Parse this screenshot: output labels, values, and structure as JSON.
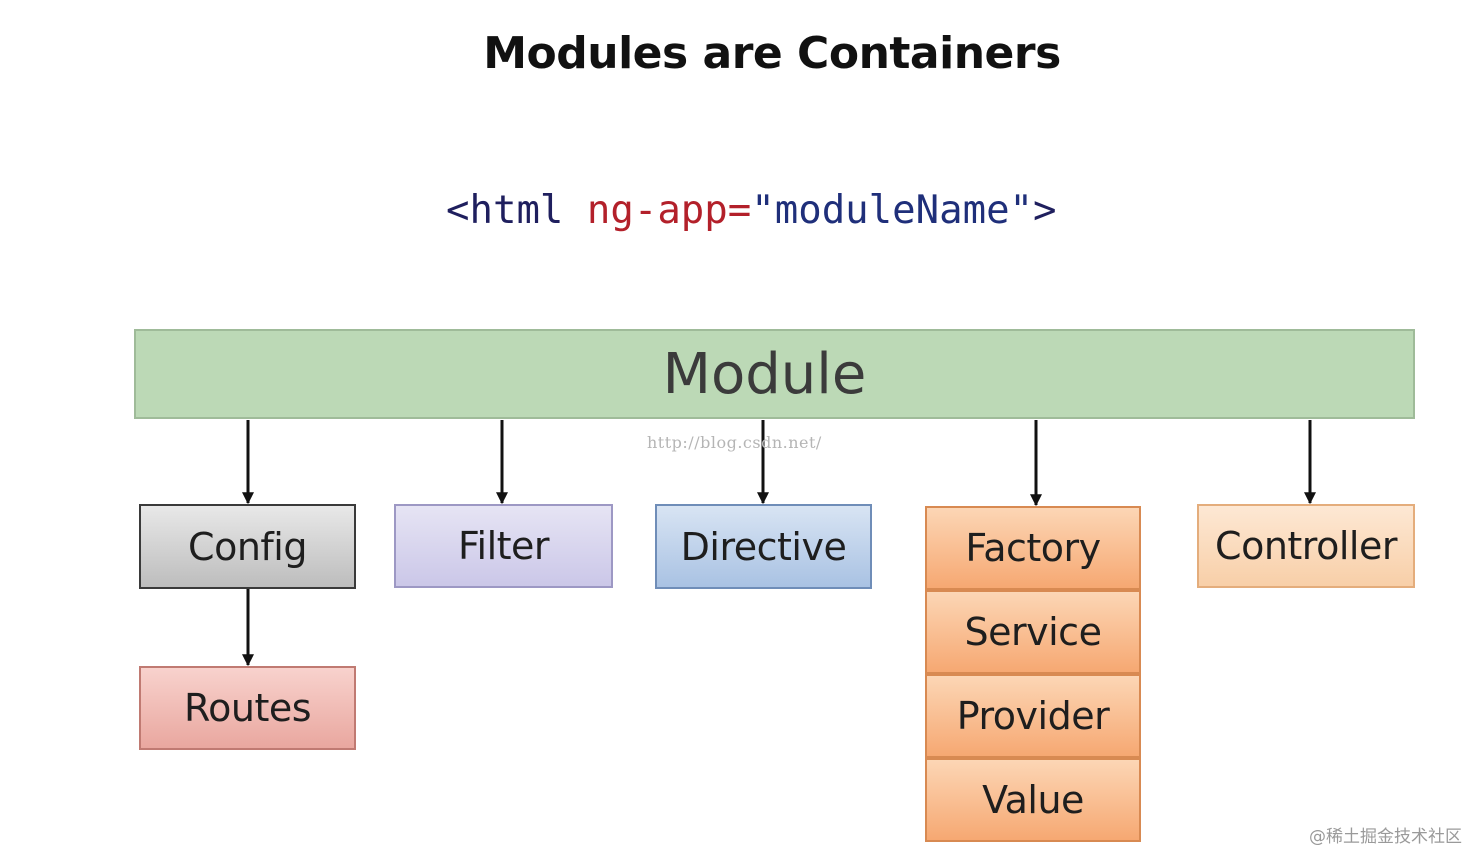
{
  "title": "Modules are Containers",
  "code": {
    "open_tag": "<html",
    "attribute": "ng-app=",
    "value": "\"moduleName\"",
    "close": ">"
  },
  "module_label": "Module",
  "components": {
    "config": "Config",
    "routes": "Routes",
    "filter": "Filter",
    "directive": "Directive",
    "factory": "Factory",
    "service": "Service",
    "provider": "Provider",
    "value": "Value",
    "controller": "Controller"
  },
  "watermarks": {
    "url": "http://blog.csdn.net/",
    "corner": "@稀土掘金技术社区"
  },
  "colors": {
    "module": "#bcd9b6",
    "config": "#d0d0d0",
    "routes": "#f0b9b2",
    "filter": "#d8d5ee",
    "directive": "#bfd2ea",
    "factory_group": "#f9bd8f",
    "controller": "#fbdcbd"
  }
}
